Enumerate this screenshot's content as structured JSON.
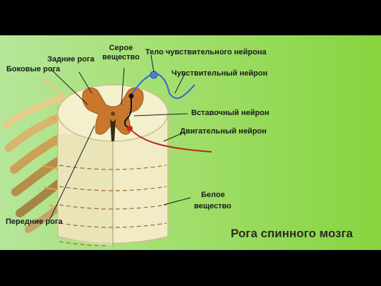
{
  "diagram": {
    "title": "Рога спинного мозга",
    "labels": {
      "gray_matter_line1": "Серое",
      "gray_matter_line2": "вещество",
      "sensory_body": "Тело чувствительного нейрона",
      "dorsal_horns": "Задние рога",
      "lateral_horns": "Боковые рога",
      "sensory_neuron": "Чувствительный нейрон",
      "interneuron": "Вставочный нейрон",
      "motor_neuron": "Двигательный нейрон",
      "white_matter_line1": "Белое",
      "white_matter_line2": "вещество",
      "ventral_horns": "Передние рога"
    },
    "colors": {
      "background": "#000000",
      "panel_left": "#b6e69a",
      "panel_right": "#86d43e",
      "gray_matter": "#c8772c",
      "white_matter": "#f1ecc6",
      "sensory_fiber": "#3a6fcf",
      "motor_fiber": "#b8261e",
      "interneuron": "#111111"
    }
  }
}
